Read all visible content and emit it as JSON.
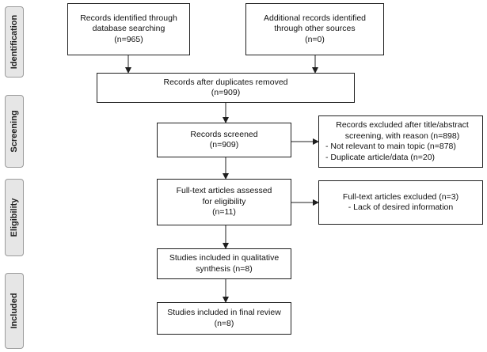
{
  "phases": {
    "identification": "Identification",
    "screening": "Screening",
    "eligibility": "Eligibility",
    "included": "Included"
  },
  "boxes": {
    "database_records": [
      "Records identified through",
      "database searching",
      "(n=965)"
    ],
    "other_records": [
      "Additional records identified",
      "through other sources",
      "(n=0)"
    ],
    "duplicates_removed": [
      "Records after duplicates removed",
      "(n=909)"
    ],
    "records_screened": [
      "Records screened",
      "(n=909)"
    ],
    "records_excluded": [
      "Records excluded after title/abstract",
      "screening, with reason (n=898)",
      "- Not relevant to main topic (n=878)",
      "- Duplicate article/data (n=20)"
    ],
    "fulltext_assessed": [
      "Full-text articles assessed",
      "for eligibility",
      "(n=11)"
    ],
    "fulltext_excluded": [
      "Full-text articles excluded (n=3)",
      "- Lack of desired information"
    ],
    "qualitative": [
      "Studies included in qualitative",
      "synthesis (n=8)"
    ],
    "final_review": [
      "Studies included in final review",
      "(n=8)"
    ]
  }
}
